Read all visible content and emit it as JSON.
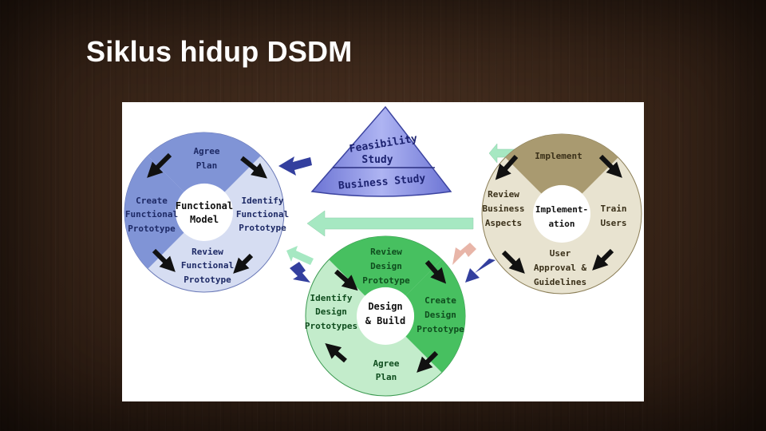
{
  "slide": {
    "title": "Siklus hidup DSDM"
  },
  "diagram": {
    "colors": {
      "functional_dark": "#8094d6",
      "functional_light": "#d6ddf2",
      "design_dark": "#47c060",
      "design_light": "#c3eccb",
      "impl_dark": "#a99a70",
      "impl_light": "#e8e3d0",
      "cone": "#8a92e6",
      "arrow_navy": "#333f9e",
      "arrow_light_green": "#a6e8c2",
      "arrow_pink": "#e8b5a8"
    },
    "feasibility": {
      "line1": "Feasibility",
      "line2": "Study",
      "business": "Business Study"
    },
    "functional": {
      "center1": "Functional",
      "center2": "Model",
      "top1": "Agree",
      "top2": "Plan",
      "right1": "Identify",
      "right2": "Functional",
      "right3": "Prototype",
      "bottom1": "Review",
      "bottom2": "Functional",
      "bottom3": "Prototype",
      "left1": "Create",
      "left2": "Functional",
      "left3": "Prototype"
    },
    "design": {
      "center1": "Design",
      "center2": "& Build",
      "top1": "Review",
      "top2": "Design",
      "top3": "Prototype",
      "right1": "Create",
      "right2": "Design",
      "right3": "Prototype",
      "bottom1": "Agree",
      "bottom2": "Plan",
      "left1": "Identify",
      "left2": "Design",
      "left3": "Prototypes"
    },
    "implementation": {
      "center1": "Implement-",
      "center2": "ation",
      "top1": "Implement",
      "right1": "Train",
      "right2": "Users",
      "bottom1": "User",
      "bottom2": "Approval &",
      "bottom3": "Guidelines",
      "left1": "Review",
      "left2": "Business",
      "left3": "Aspects"
    }
  }
}
